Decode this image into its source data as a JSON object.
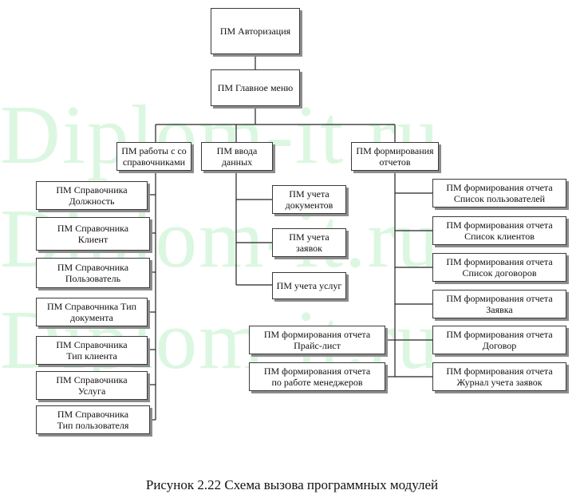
{
  "watermark": "Diplom-it.ru",
  "nodes": {
    "auth": [
      "ПМ Авторизация"
    ],
    "main_menu": [
      "ПМ Главное меню"
    ],
    "ref_work": [
      "ПМ работы с со",
      "справочниками"
    ],
    "data_input": [
      "ПМ ввода",
      "данных"
    ],
    "report_form": [
      "ПМ формирования",
      "отчетов"
    ],
    "ref_duties": [
      "ПМ Справочника",
      "Должность"
    ],
    "ref_client": [
      "ПМ Справочника",
      "Клиент"
    ],
    "ref_user": [
      "ПМ Справочника",
      "Пользователь"
    ],
    "ref_doctype": [
      "ПМ Справочника Тип",
      "документа"
    ],
    "ref_clienttype": [
      "ПМ Справочника",
      "Тип клиента"
    ],
    "ref_service": [
      "ПМ Справочника",
      "Услуга"
    ],
    "ref_usertype": [
      "ПМ Справочника",
      "Тип пользователя"
    ],
    "in_docs": [
      "ПМ учета",
      "документов"
    ],
    "in_requests": [
      "ПМ учета",
      "заявок"
    ],
    "in_services": [
      "ПМ учета услуг"
    ],
    "rep_pricelist": [
      "ПМ формирования отчета",
      "Прайс-лист"
    ],
    "rep_managers": [
      "ПМ формирования отчета",
      "по работе менеджеров"
    ],
    "rep_users": [
      "ПМ формирования отчета",
      "Список пользователей"
    ],
    "rep_clients": [
      "ПМ формирования отчета",
      "Список клиентов"
    ],
    "rep_contracts": [
      "ПМ формирования отчета",
      "Список договоров"
    ],
    "rep_request": [
      "ПМ формирования отчета",
      "Заявка"
    ],
    "rep_contract": [
      "ПМ формирования отчета",
      "Договор"
    ],
    "rep_journal": [
      "ПМ формирования отчета",
      "Журнал учета заявок"
    ]
  },
  "caption": "Рисунок 2.22 Схема вызова программных модулей"
}
